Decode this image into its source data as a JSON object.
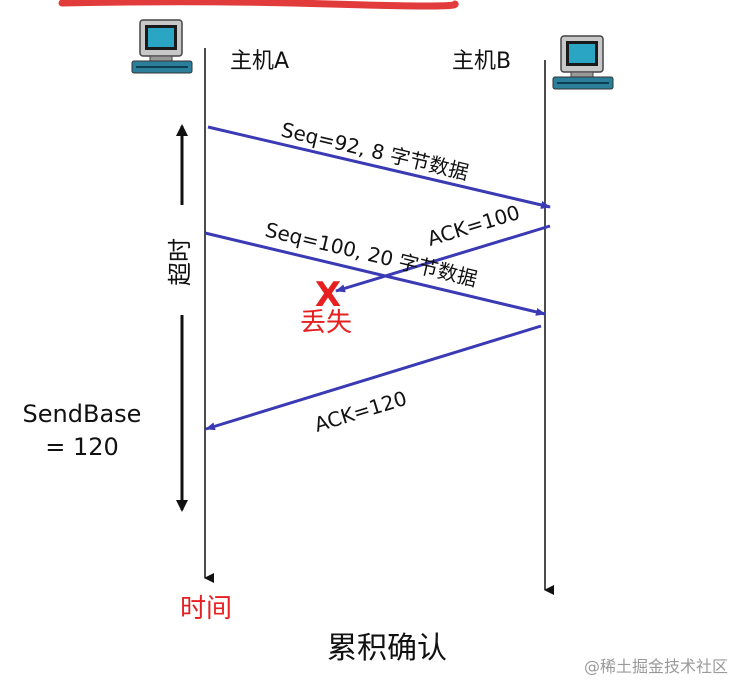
{
  "hosts": {
    "a_label": "主机A",
    "b_label": "主机B"
  },
  "messages": {
    "seg1": "Seq=92, 8 字节数据",
    "ack1": "ACK=100",
    "seg2": "Seq=100, 20 字节数据",
    "ack2": "ACK=120"
  },
  "loss": {
    "mark": "X",
    "label": "丢失"
  },
  "timeout_label": "超时",
  "sendbase": {
    "line1": "SendBase",
    "line2": "= 120"
  },
  "time_label": "时间",
  "caption": "累积确认",
  "watermark": "@稀土掘金技术社区",
  "colors": {
    "arrow": "#3a3ab4",
    "highlight": "#e23b3b",
    "loss": "#e62020",
    "text": "#111111"
  },
  "icons": {
    "host_a": "computer-icon",
    "host_b": "computer-icon"
  }
}
